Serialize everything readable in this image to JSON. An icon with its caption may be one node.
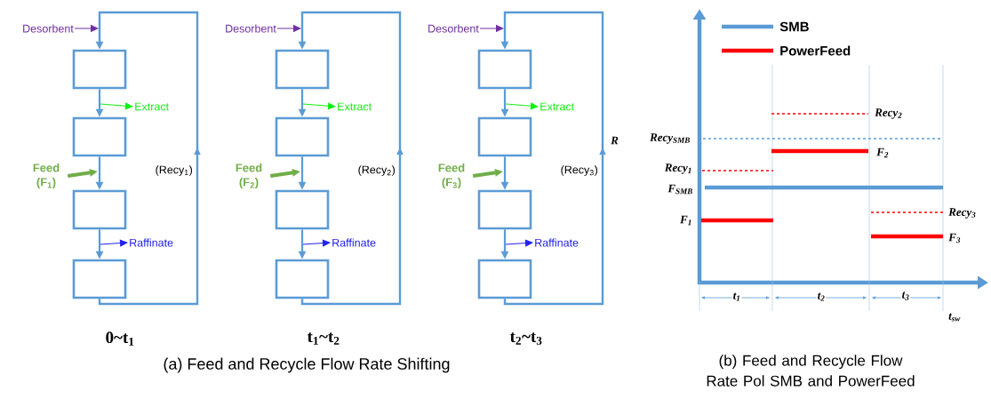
{
  "diagram": {
    "nodes": [
      {
        "text": [
          "Desorbent"
        ]
      },
      {
        "text": [],
        "shape": "box"
      },
      {
        "text": [
          "Extract"
        ]
      },
      {
        "text": [],
        "shape": "box"
      },
      {
        "text": [
          "Feed (F$_{1}$)"
        ]
      },
      {
        "text": [],
        "shape": "box"
      },
      {
        "text": [
          "Raffinate"
        ]
      },
      {
        "text": [],
        "shape": "box"
      },
      {
        "text": [
          "Desorbent"
        ]
      },
      {
        "text": [],
        "shape": "box"
      },
      {
        "text": [
          "Extract"
        ]
      },
      {
        "text": [],
        "shape": "box"
      },
      {
        "text": [
          "Feed (F$_{2}$)"
        ]
      },
      {
        "text": [],
        "shape": "box"
      },
      {
        "text": [
          "Raffinate"
        ]
      },
      {
        "text": [],
        "shape": "box"
      },
      {
        "text": [
          "Desorbent"
        ]
      },
      {
        "text": [],
        "shape": "box"
      },
      {
        "text": [
          "Extract"
        ]
      },
      {
        "text": [],
        "shape": "box"
      },
      {
        "text": [
          "Feed (F$_{3}$)"
        ]
      },
      {
        "text": [],
        "shape": "box"
      },
      {
        "text": [
          "Raffinate"
        ]
      },
      {
        "text": [],
        "shape": "box"
      }
    ],
    "edges": [
      {
        "from": 0,
        "to": null,
        "arrow": "to",
        "color": "#7030a0"
      },
      {
        "from": 1,
        "to": 3,
        "arrow": "to"
      },
      {
        "from": null,
        "to": 2,
        "arrow": "to",
        "color": "#11ee11"
      },
      {
        "from": 3,
        "to": 5,
        "arrow": "to"
      },
      {
        "from": 4,
        "to": null,
        "arrow": "to",
        "style": "thick",
        "color": "#70ad47"
      },
      {
        "from": 5,
        "to": 7,
        "arrow": "to"
      },
      {
        "from": null,
        "to": 6,
        "arrow": "to",
        "color": "#2222ee"
      },
      {
        "from": 7,
        "to": 1,
        "arrow": "to",
        "label": "(Recy$_{1}$)"
      },
      {
        "from": 8,
        "to": null,
        "arrow": "to",
        "color": "#7030a0"
      },
      {
        "from": 9,
        "to": 11,
        "arrow": "to"
      },
      {
        "from": null,
        "to": 10,
        "arrow": "to",
        "color": "#11ee11"
      },
      {
        "from": 11,
        "to": 13,
        "arrow": "to"
      },
      {
        "from": 12,
        "to": null,
        "arrow": "to",
        "style": "thick",
        "color": "#70ad47"
      },
      {
        "from": 13,
        "to": 15,
        "arrow": "to"
      },
      {
        "from": null,
        "to": 14,
        "arrow": "to",
        "color": "#2222ee"
      },
      {
        "from": 15,
        "to": 9,
        "arrow": "to",
        "label": "(Recy$_{2}$)"
      },
      {
        "from": 16,
        "to": null,
        "arrow": "to",
        "color": "#7030a0"
      },
      {
        "from": 17,
        "to": 19,
        "arrow": "to"
      },
      {
        "from": null,
        "to": 18,
        "arrow": "to",
        "color": "#11ee11"
      },
      {
        "from": 19,
        "to": 21,
        "arrow": "to"
      },
      {
        "from": 20,
        "to": null,
        "arrow": "to",
        "style": "thick",
        "color": "#70ad47"
      },
      {
        "from": 21,
        "to": 23,
        "arrow": "to"
      },
      {
        "from": null,
        "to": 22,
        "arrow": "to",
        "color": "#2222ee"
      },
      {
        "from": 23,
        "to": 17,
        "arrow": "to",
        "label": "(Recy$_{3}$)"
      }
    ],
    "labels": [
      "R",
      "Recy$_{2}$",
      "Recy$_{SMB}$",
      "F$_{2}$",
      "Recy$_{1}$",
      "F$_{SMB}$",
      "F$_{1}$",
      "Recy$_{3}$",
      "F$_{3}$",
      "t$_{1}$",
      "t$_{2}$",
      "t$_{3}$",
      "t$_{sw}$",
      "0~t$_{1}$",
      "t$_{1}$~t$_{2}$",
      "t$_{2}$~t$_{3}$",
      "(a) Feed and Recycle Flow Rate Shifting",
      "(b) Feed and Recycle Flow Rate Pol SMB and PowerFeed"
    ],
    "legend": [
      {
        "text": "SMB"
      },
      {
        "text": "PowerFeed"
      }
    ]
  }
}
